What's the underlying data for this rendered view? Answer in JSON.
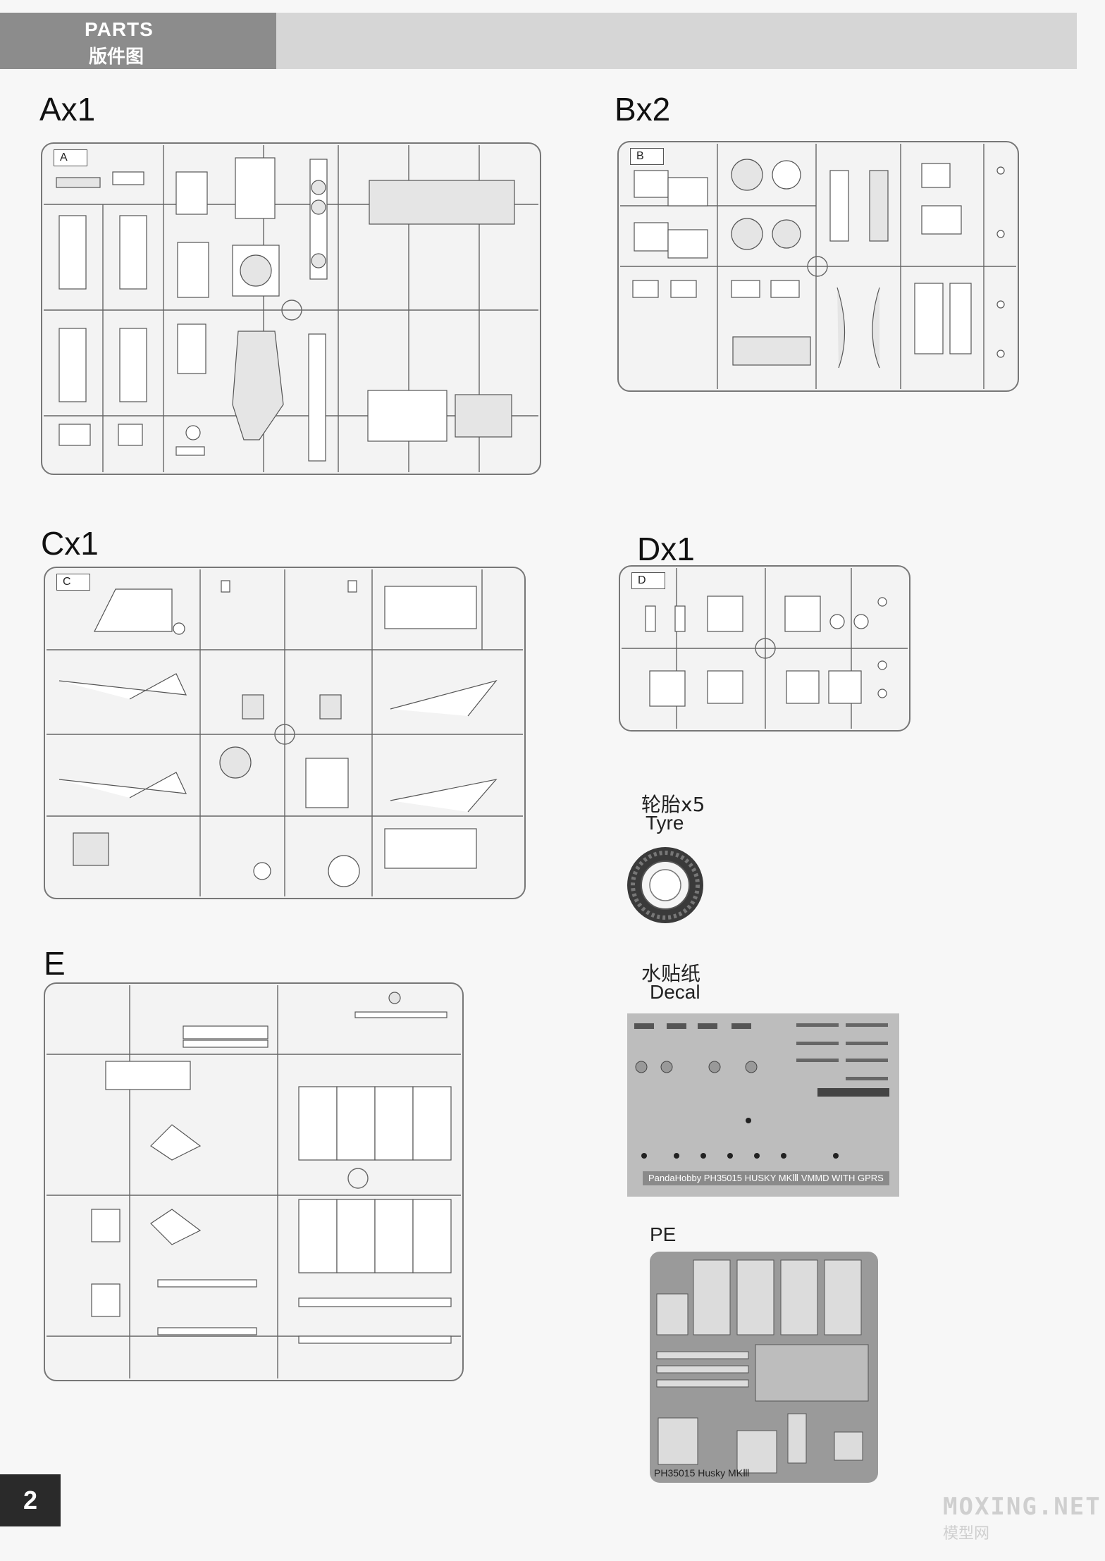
{
  "header": {
    "title_en": "PARTS",
    "title_cn": "版件图"
  },
  "sprues": {
    "A": {
      "title": "Ax1",
      "letter": "A"
    },
    "B": {
      "title": "Bx2",
      "letter": "B"
    },
    "C": {
      "title": "Cx1",
      "letter": "C"
    },
    "D": {
      "title": "Dx1",
      "letter": "D"
    },
    "E": {
      "title": "E"
    }
  },
  "tyre": {
    "label_cn": "轮胎x5",
    "label_en": "Tyre"
  },
  "decal": {
    "label_cn": "水贴纸",
    "label_en": "Decal",
    "caption": "PandaHobby  PH35015  HUSKY MKⅢ  VMMD WITH GPRS"
  },
  "pe": {
    "label": "PE",
    "caption": "PH35015 Husky MKⅢ"
  },
  "page_number": "2",
  "watermark": {
    "en": "MOXING.NET",
    "cn": "模型网"
  }
}
